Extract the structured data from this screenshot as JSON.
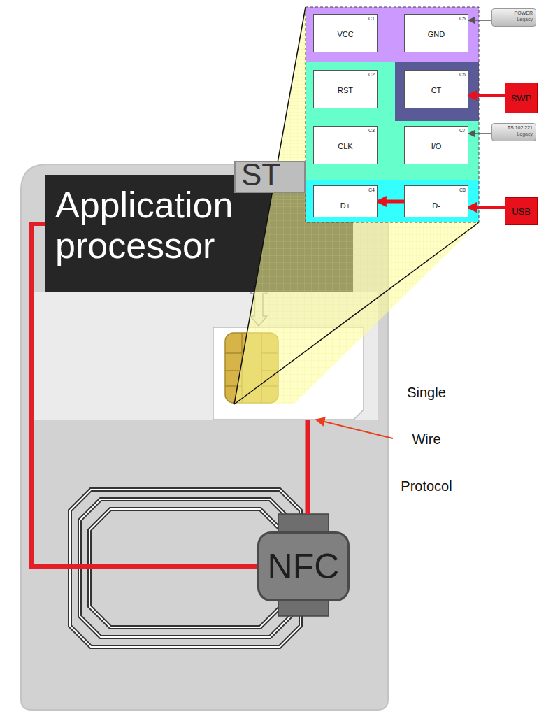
{
  "diagram": {
    "nodes": [
      {
        "text": [
          "ST"
        ]
      },
      {
        "text": [
          "Application processor"
        ]
      },
      {
        "text": [
          "POWER",
          "Legacy"
        ]
      },
      {
        "text": [
          "C1",
          "VCC"
        ]
      },
      {
        "text": [
          "C5",
          "GND"
        ]
      },
      {
        "text": [
          "C2",
          "RST"
        ]
      },
      {
        "text": [
          "C6",
          "CT"
        ]
      },
      {
        "text": [
          "SWP"
        ]
      },
      {
        "text": [
          "C3",
          "CLK"
        ]
      },
      {
        "text": [
          "C7",
          "I/O"
        ]
      },
      {
        "text": [
          "TS 102.221",
          "Legacy"
        ]
      },
      {
        "text": [
          "C4",
          "D+"
        ]
      },
      {
        "text": [
          "C8",
          "D-"
        ]
      },
      {
        "text": [
          "USB"
        ]
      },
      {
        "text": [
          "NFC"
        ]
      }
    ],
    "edges": [
      {
        "from": 2,
        "to": 4,
        "arrow": "to"
      },
      {
        "from": 7,
        "to": 6,
        "arrow": "to"
      },
      {
        "from": 10,
        "to": 9,
        "arrow": "to"
      },
      {
        "from": 13,
        "to": 12,
        "arrow": "to"
      },
      {
        "from": 12,
        "to": 11,
        "arrow": "to"
      },
      {
        "from": 1,
        "to": 14,
        "arrow": "none"
      }
    ],
    "labels": [
      "Single Wire Protocol"
    ]
  }
}
